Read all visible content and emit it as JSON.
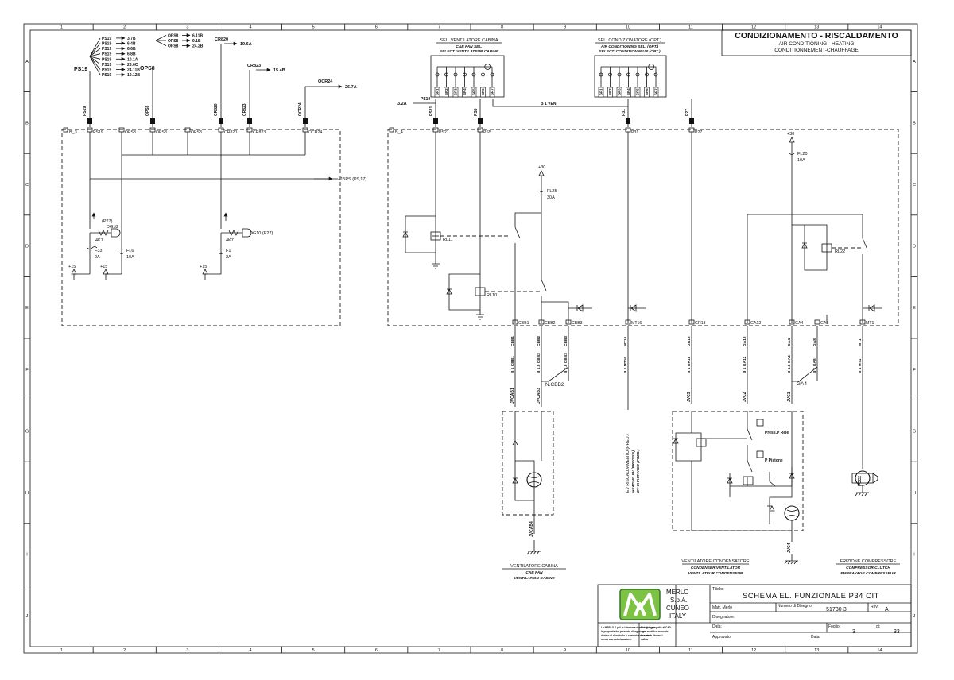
{
  "ruler": {
    "columns": [
      "1",
      "2",
      "3",
      "4",
      "5",
      "6",
      "7",
      "8",
      "9",
      "10",
      "11",
      "12",
      "13",
      "14"
    ],
    "rows": [
      "A",
      "B",
      "C",
      "D",
      "E",
      "F",
      "G",
      "H",
      "I",
      "J"
    ]
  },
  "header": {
    "title": "CONDIZIONAMENTO - RISCALDAMENTO",
    "subtitle_en": "AIR CONDITIONING - HEATING",
    "subtitle_fr": "CONDITIONNEMENT-CHAUFFAGE"
  },
  "ps19": {
    "name": "PS19",
    "rows": [
      {
        "label": "PS19",
        "value": "3.7B"
      },
      {
        "label": "PS19",
        "value": "6.4B"
      },
      {
        "label": "PS19",
        "value": "6.6B"
      },
      {
        "label": "PS19",
        "value": "6.8B"
      },
      {
        "label": "PS19",
        "value": "10.1A"
      },
      {
        "label": "PS19",
        "value": "23.6C"
      },
      {
        "label": "PS19",
        "value": "24.11B"
      },
      {
        "label": "PS19",
        "value": "19.12B"
      }
    ]
  },
  "ops8": {
    "name": "OPS8",
    "rows": [
      {
        "label": "OPS8",
        "value": "6.11B"
      },
      {
        "label": "OPS8",
        "value": "9.1B"
      },
      {
        "label": "OPS8",
        "value": "24.2B"
      }
    ]
  },
  "refs": {
    "cr820": {
      "label": "CR820",
      "value": "19.6A"
    },
    "cr823": {
      "label": "CR823",
      "value": "15.4B"
    },
    "ocr24": {
      "label": "OCR24",
      "value": "26.7A"
    },
    "ps19_in": {
      "label": "PS19",
      "value": "3.2A"
    }
  },
  "left_module": {
    "name": "B_3",
    "pins": [
      "PS19",
      "OPS8",
      "OPS8",
      "OPS8",
      "CR820",
      "CR823",
      "OCR24"
    ],
    "wire_tags": [
      "PS19",
      "OPS8",
      "CR820",
      "CR823",
      "OCR24"
    ],
    "out_ref": "+15PS (P9,17)",
    "p27_a": "(P27)",
    "dg18": "DG18",
    "dg10": "DG10 (P27)",
    "r_a": "4K7",
    "r_b": "4K7",
    "f33": "F33",
    "f33_val": "2A",
    "fl6": "FL6",
    "fl6_val": "10A",
    "f1": "F1",
    "f1_val": "2A",
    "plus15": "+15"
  },
  "right_module": {
    "name": "B_4",
    "top_pins": [
      "PS21",
      "PS5",
      "P31",
      "P27"
    ],
    "plus30": "+30",
    "fl25": "FL25",
    "fl25_val": "30A",
    "fl20": "FL20",
    "fl20_val": "10A",
    "rl11": "RL11",
    "rl10": "RL10",
    "rl22": "RL22",
    "bottom_pins": [
      "CBB1",
      "CBB2",
      "CBB3",
      "MT16",
      "GR18",
      "GA12",
      "GA4",
      "GA8",
      "MT1"
    ]
  },
  "selectors": {
    "cab": {
      "title": "SEL. VENTILATORE CABINA",
      "en": "CAB FAN SEL.",
      "fr": "SELECT. VENTILATEUR CABINE",
      "pins": [
        "SP1",
        "SP2",
        "SP3",
        "SP4",
        "SP5",
        "SP6",
        "SP7"
      ]
    },
    "ac": {
      "title": "SEL. CONDIZIONATORE (OPT.)",
      "en": "AIR CONDITIONING SEL. (OPT.)",
      "fr": "SELECT. CONDITIONNEUR (OPT.)",
      "pins": [
        "SP1",
        "SP2",
        "SP3",
        "SP4",
        "SP5",
        "SP6",
        "SP7"
      ]
    },
    "bus": "B 1 VEN",
    "wire_tags": [
      "PS21",
      "PS5",
      "P31",
      "P27"
    ]
  },
  "wires": {
    "cbb1": {
      "tag": "CBB1",
      "spec": "B 1 CBB1"
    },
    "cbb2": {
      "tag": "CBB2",
      "spec": "B 1.5 CBB2"
    },
    "cbb3": {
      "tag": "CBB3",
      "spec": "B 1.5 CBB3"
    },
    "mt16": {
      "tag": "MT16",
      "spec": "B 1 MT16"
    },
    "gr18": {
      "tag": "GR18",
      "spec": "B 1 GR18"
    },
    "ga12": {
      "tag": "GA12",
      "spec": "B 1 GA12"
    },
    "ga4": {
      "tag": "GA4",
      "spec": "B 1.5 GA4"
    },
    "ga8": {
      "tag": "GA8",
      "spec": "B 1 GA8"
    },
    "mt1": {
      "tag": "MT1",
      "spec": "B 1 MT1"
    }
  },
  "nodes": {
    "ncbb2": "N.CBB2",
    "ga4": "GA4"
  },
  "connectors": {
    "jvcab1": "JVCAB1",
    "jvcab3": "JVCAB3",
    "jvcab4": "JVCAB4",
    "jvc3": "JVC3",
    "jvc2": "JVC2",
    "jvc1": "JVC1",
    "jvc4": "JVC4"
  },
  "components": {
    "press_max": "Press.P Rele",
    "press_min": "P Pistone",
    "fcc2": "FCC2"
  },
  "ev_note": {
    "it": "EV RISCALDAMENTO (PRED.)",
    "en": "HEATING EV (PREDISP.)",
    "fr": "EV CHAUFFAGE (PRED.)"
  },
  "captions": {
    "cab_fan": {
      "it": "VENTILATORE CABINA",
      "en": "CAB FAN",
      "fr": "VENTILATION CABINE"
    },
    "cond_fan": {
      "it": "VENTILATORE CONDENSATORE",
      "en": "CONDENSER VENTILATOR",
      "fr": "VENTILATEUR CONDENSEUR"
    },
    "clutch": {
      "it": "FRIZIONE COMPRESSORE",
      "en": "COMPRESSOR CLUTCH",
      "fr": "EMBRAYAGE COMPRESSEUR"
    }
  },
  "title_block": {
    "company": [
      "MERLO",
      "S.p.A.",
      "CUNEO",
      "ITALY"
    ],
    "titolo_label": "Titolo:",
    "titolo": "SCHEMA  EL.  FUNZIONALE  P34  CIT",
    "matr_label": "Matr. Merlo",
    "numero_label": "Numero di Disegno:",
    "numero": "51730-3",
    "rev_label": "Rev:",
    "rev": "A",
    "disegnatore_label": "Disegnatore:",
    "data_label": "Data:",
    "foglio_label": "Foglio:",
    "foglio": "3",
    "di_label": "di:",
    "di": "33",
    "approvato_label": "Approvato:",
    "data2_label": "Data:",
    "note_left": [
      "La MERLO S.p.A. si riserva a termini di legge",
      "la proprieta del presente disegno con",
      "divieto di riprodurlo o comunicarlo a terzi",
      "senza sua autorizzazione."
    ],
    "note_right": [
      "Disegno eseguito al CAD",
      "ogni modifica manuale",
      "non deve ritenersi",
      "valida"
    ]
  },
  "colors": {
    "ink": "#111111",
    "logo_green": "#7dc242",
    "logo_dark": "#2f7a1f"
  }
}
